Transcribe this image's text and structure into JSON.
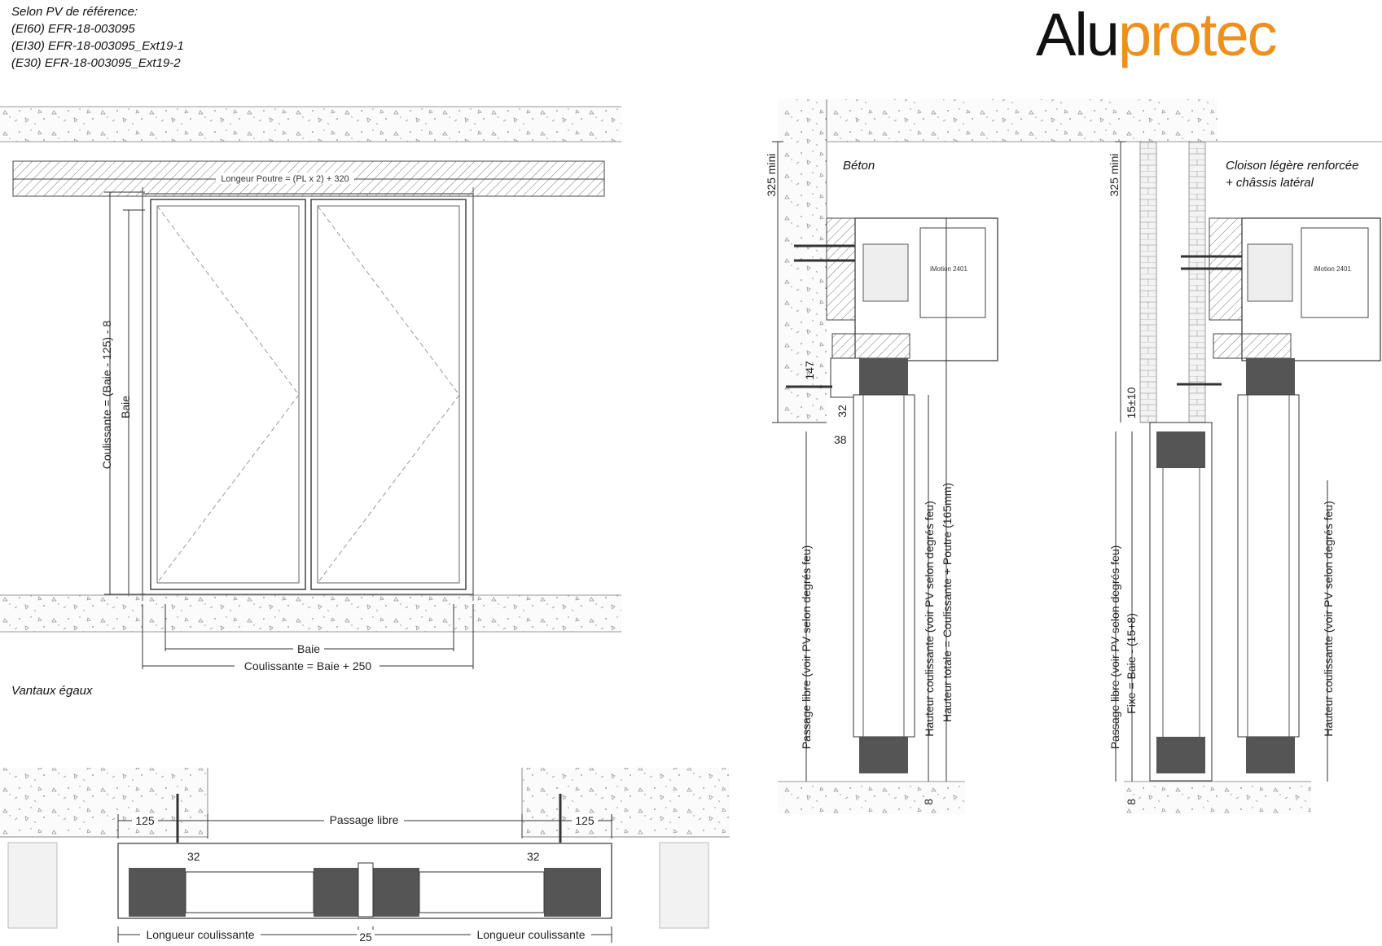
{
  "header": {
    "ref_lines": [
      "Selon PV de référence:",
      "(EI60) EFR-18-003095",
      "(EI30) EFR-18-003095_Ext19-1",
      "(E30) EFR-18-003095_Ext19-2"
    ],
    "logo_part1": "Alu",
    "logo_part2": "protec",
    "logo_colors": {
      "dark": "#111111",
      "orange": "#ef8f1c"
    }
  },
  "elevation": {
    "beam_label": "Longeur Poutre = (PL x 2) + 320",
    "height_label": "Coulissante  = (Baie - 125) - 8",
    "baie_vertical_label": "Baie",
    "baie_label": "Baie",
    "coulissante_width_label": "Coulissante = Baie + 250",
    "caption": "Vantaux égaux"
  },
  "plan": {
    "dim_left_125": "125",
    "dim_right_125": "125",
    "passage_label": "Passage libre",
    "dim_left_32": "32",
    "dim_right_32": "32",
    "bottom_left_label": "Longueur coulissante",
    "bottom_mid": "25",
    "bottom_right_label": "Longueur coulissante"
  },
  "section_beton": {
    "title": "Béton",
    "dim_325": "325 mini",
    "dim_147": "147",
    "dim_32": "32",
    "dim_38": "38",
    "dim_8": "8",
    "motor_label": "iMotion 2401",
    "passage_label": "Passage libre (voir PV selon degrés feu)",
    "hauteur_label": "Hauteur coulissante (voir PV selon degrés feu)",
    "hauteur_totale_label": "Hauteur totale = Coulissante + Poutre  (165mm)"
  },
  "section_cloison": {
    "title_line1": "Cloison légère renforcée",
    "title_line2": "+ châssis latéral",
    "dim_325": "325 mini",
    "dim_15": "15±10",
    "dim_8": "8",
    "motor_label": "iMotion 2401",
    "passage_label": "Passage libre (voir PV selon degrés feu)",
    "fixe_label": "Fixe = Baie - (15+8)",
    "hauteur_label": "Hauteur coulissante (voir PV selon degrés feu)"
  }
}
